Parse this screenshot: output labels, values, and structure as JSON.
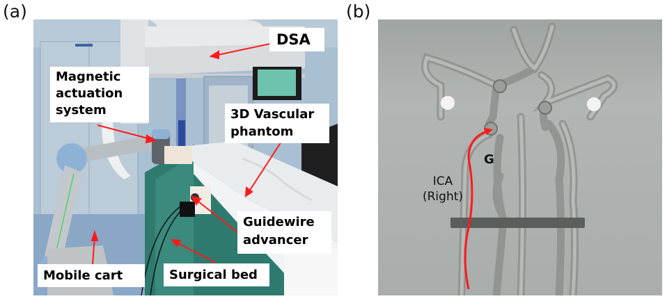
{
  "panels": [
    {
      "letter": "(a)",
      "kind": "photo-lab-setup",
      "labels": {
        "dsa": "DSA",
        "magnetic": [
          "Magnetic",
          "actuation",
          "system"
        ],
        "phantom": [
          "3D Vascular",
          "phantom"
        ],
        "advancer": [
          "Guidewire",
          "advancer"
        ],
        "cart": "Mobile cart",
        "bed": "Surgical bed"
      }
    },
    {
      "letter": "(b)",
      "kind": "photo-vascular-phantom",
      "labels": {
        "ica": [
          "ICA",
          "(Right)"
        ],
        "g": "G"
      }
    }
  ],
  "colors": {
    "annotation_arrow": "#ff1a1a",
    "label_bg": "#ffffff",
    "wall_blue": "#a9bfd2",
    "drape_green": "#2f7a6e",
    "phantom_bg": "#a7adaa"
  }
}
